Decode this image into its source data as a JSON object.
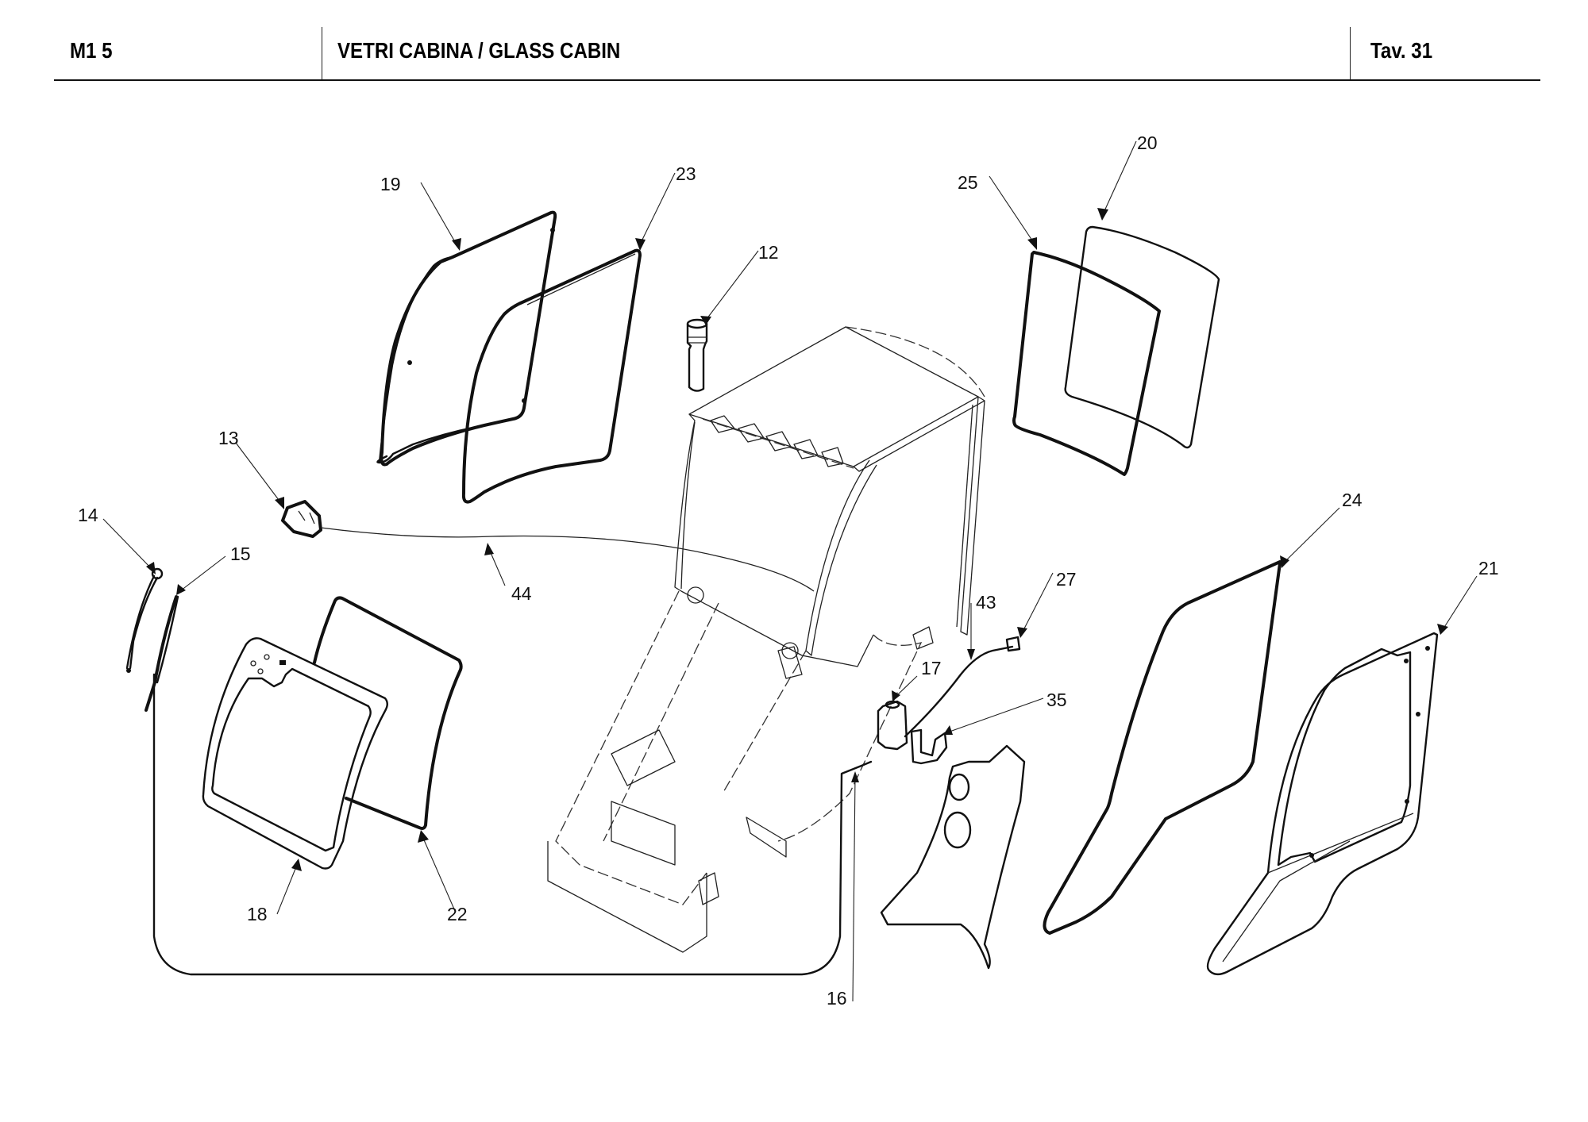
{
  "header": {
    "model_code": "M1 5",
    "title": "VETRI CABINA / GLASS CABIN",
    "table_ref": "Tav.  31"
  },
  "diagram": {
    "subject": "exploded view of cab frame with glass panels, seals, wiper and washer components",
    "callouts": [
      {
        "id": "12",
        "text": "12",
        "part": "washer-nozzle-cylinder"
      },
      {
        "id": "13",
        "text": "13",
        "part": "wiper-motor"
      },
      {
        "id": "14",
        "text": "14",
        "part": "wiper-arm"
      },
      {
        "id": "15",
        "text": "15",
        "part": "wiper-blade"
      },
      {
        "id": "16",
        "text": "16",
        "part": "washer-hose"
      },
      {
        "id": "17",
        "text": "17",
        "part": "washer-reservoir"
      },
      {
        "id": "18",
        "text": "18",
        "part": "front-lower-glass-frame"
      },
      {
        "id": "19",
        "text": "19",
        "part": "left-door-upper-glass"
      },
      {
        "id": "20",
        "text": "20",
        "part": "rear-glass"
      },
      {
        "id": "21",
        "text": "21",
        "part": "door-frame"
      },
      {
        "id": "22",
        "text": "22",
        "part": "front-lower-glass"
      },
      {
        "id": "23",
        "text": "23",
        "part": "left-glass-seal"
      },
      {
        "id": "24",
        "text": "24",
        "part": "door-glass-seal"
      },
      {
        "id": "25",
        "text": "25",
        "part": "rear-glass-seal"
      },
      {
        "id": "27",
        "text": "27",
        "part": "washer-nozzle"
      },
      {
        "id": "35",
        "text": "35",
        "part": "reservoir-bracket"
      },
      {
        "id": "43",
        "text": "43",
        "part": "washer-tube"
      },
      {
        "id": "44",
        "text": "44",
        "part": "wiper-cable"
      }
    ]
  }
}
